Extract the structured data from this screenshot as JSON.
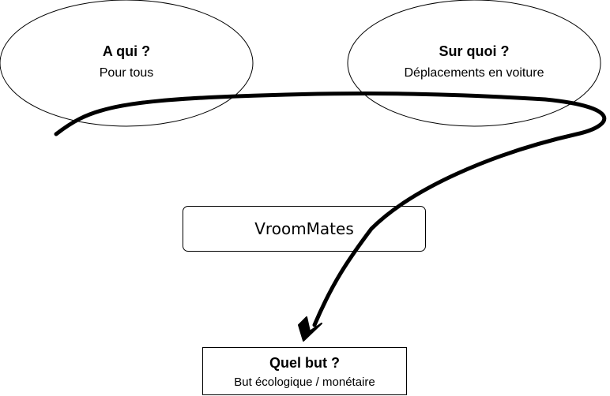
{
  "left_ellipse": {
    "title": "A qui ?",
    "subtitle": "Pour tous"
  },
  "right_ellipse": {
    "title": "Sur quoi ?",
    "subtitle": "Déplacements en voiture"
  },
  "center_box": {
    "label": "VroomMates"
  },
  "bottom_box": {
    "title": "Quel but ?",
    "subtitle": "But écologique / monétaire"
  },
  "connector": {
    "style": "thick curved arrow",
    "color": "#000000"
  }
}
